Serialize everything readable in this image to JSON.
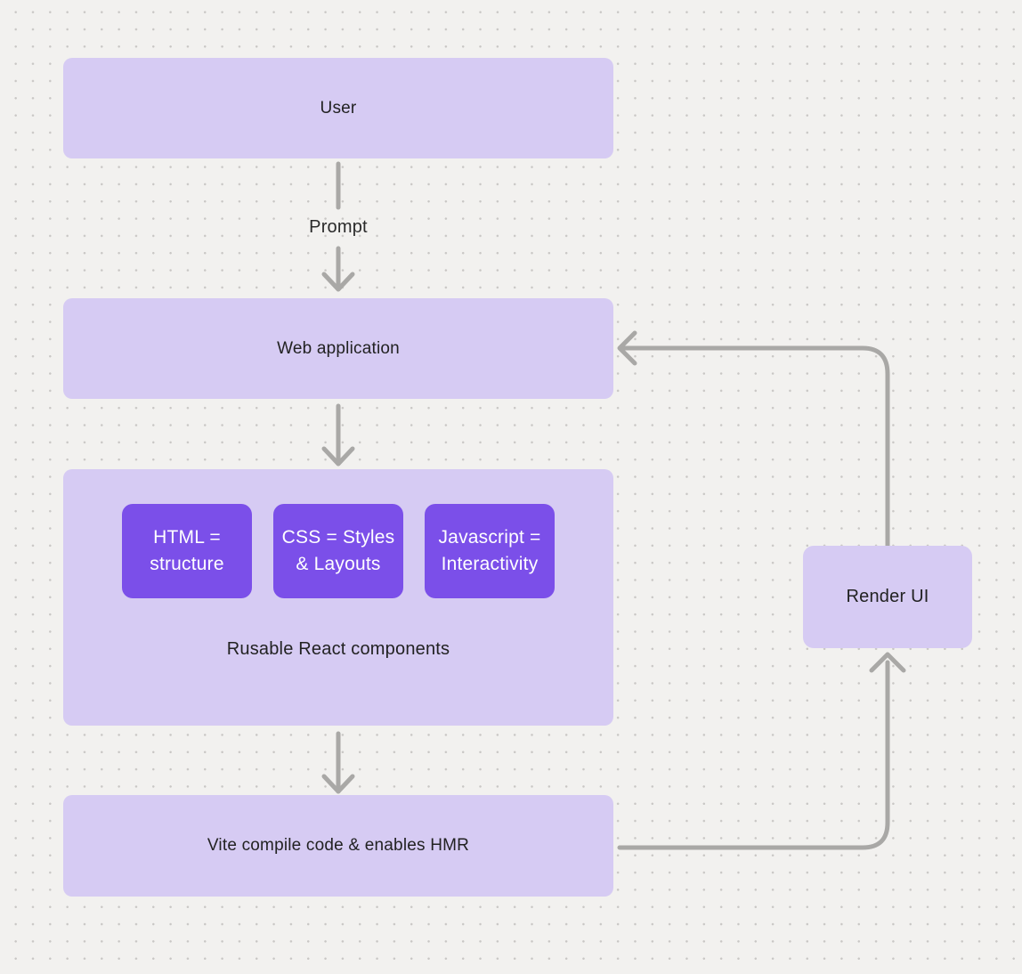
{
  "diagram": {
    "nodes": {
      "user": "User",
      "web_application": "Web application",
      "html_chip": "HTML = structure",
      "css_chip": "CSS = Styles & Layouts",
      "javascript_chip": "Javascript = Interactivity",
      "components_caption": "Rusable React components",
      "vite": "Vite compile code & enables HMR",
      "render_ui": "Render UI"
    },
    "edge_labels": {
      "prompt": "Prompt"
    },
    "colors": {
      "background": "#f2f1ef",
      "dot_grid": "#c9c7c5",
      "node_fill_light": "#d6cbf3",
      "node_fill_accent": "#7b4fe9",
      "connector": "#a9a8a6",
      "text_dark": "#222222",
      "text_light": "#ffffff"
    }
  }
}
